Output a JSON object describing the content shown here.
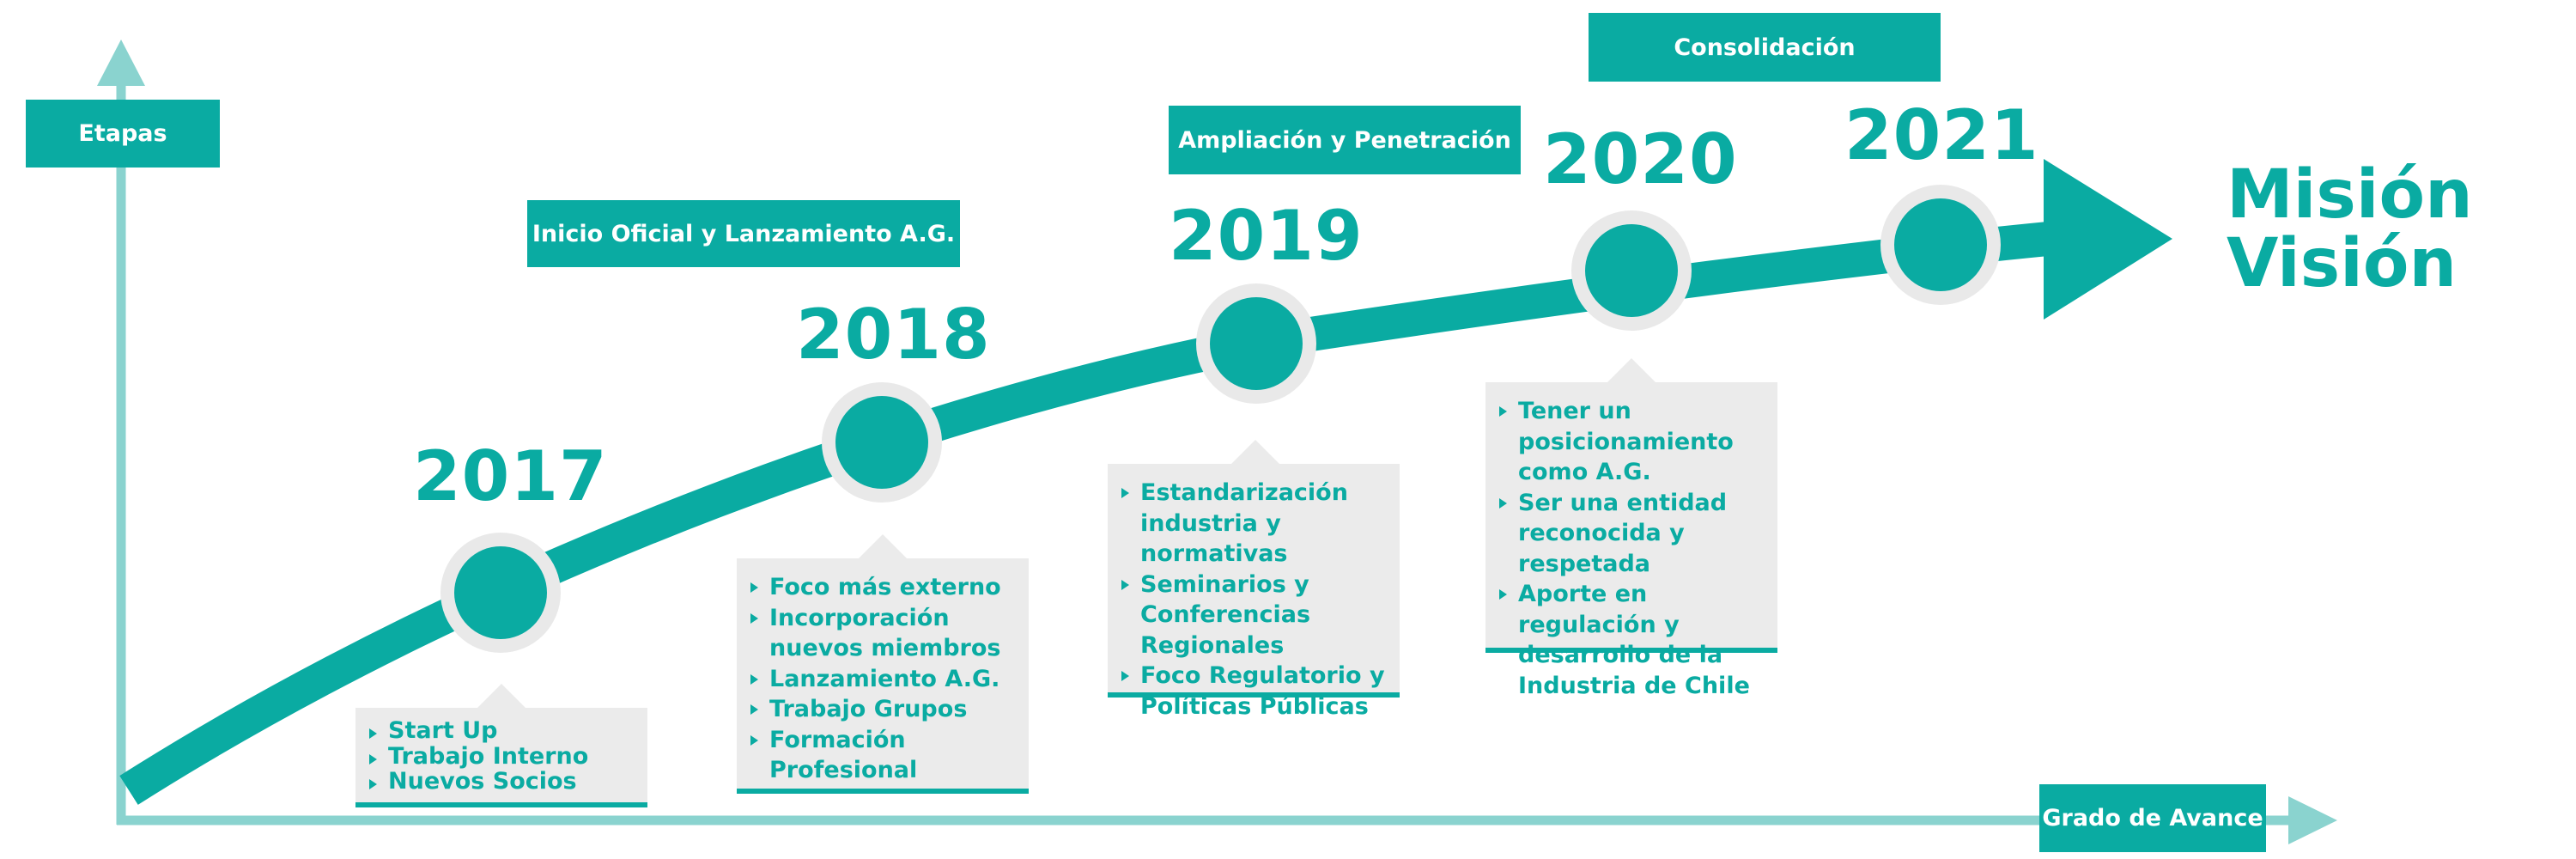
{
  "axes": {
    "y_label": "Etapas",
    "x_label": "Grado de Avance"
  },
  "stages": {
    "s1": "Inicio Oficial y Lanzamiento A.G.",
    "s2": "Ampliación y Penetración",
    "s3": "Consolidación"
  },
  "milestones": [
    {
      "year": "2017",
      "items": [
        "Start Up",
        "Trabajo Interno",
        "Nuevos Socios"
      ]
    },
    {
      "year": "2018",
      "items": [
        "Foco más externo",
        "Incorporación nuevos miembros",
        "Lanzamiento A.G.",
        "Trabajo Grupos",
        "Formación Profesional"
      ]
    },
    {
      "year": "2019",
      "items": [
        "Estandarización industria y normativas",
        "Seminarios y Conferencias Regionales",
        "Foco Regulatorio y Políticas Públicas"
      ]
    },
    {
      "year": "2020",
      "items": [
        "Tener un posicionamiento como A.G.",
        "Ser una entidad reconocida y respetada",
        "Aporte en regulación y desarrollo de la Industria de Chile"
      ]
    },
    {
      "year": "2021",
      "items": []
    }
  ],
  "goal": {
    "line1": "Misión",
    "line2": "Visión"
  },
  "colors": {
    "primary": "#0aaba2",
    "axis": "#8ad3cf",
    "card": "#ebebeb",
    "node_ring": "#e9e9e9"
  }
}
